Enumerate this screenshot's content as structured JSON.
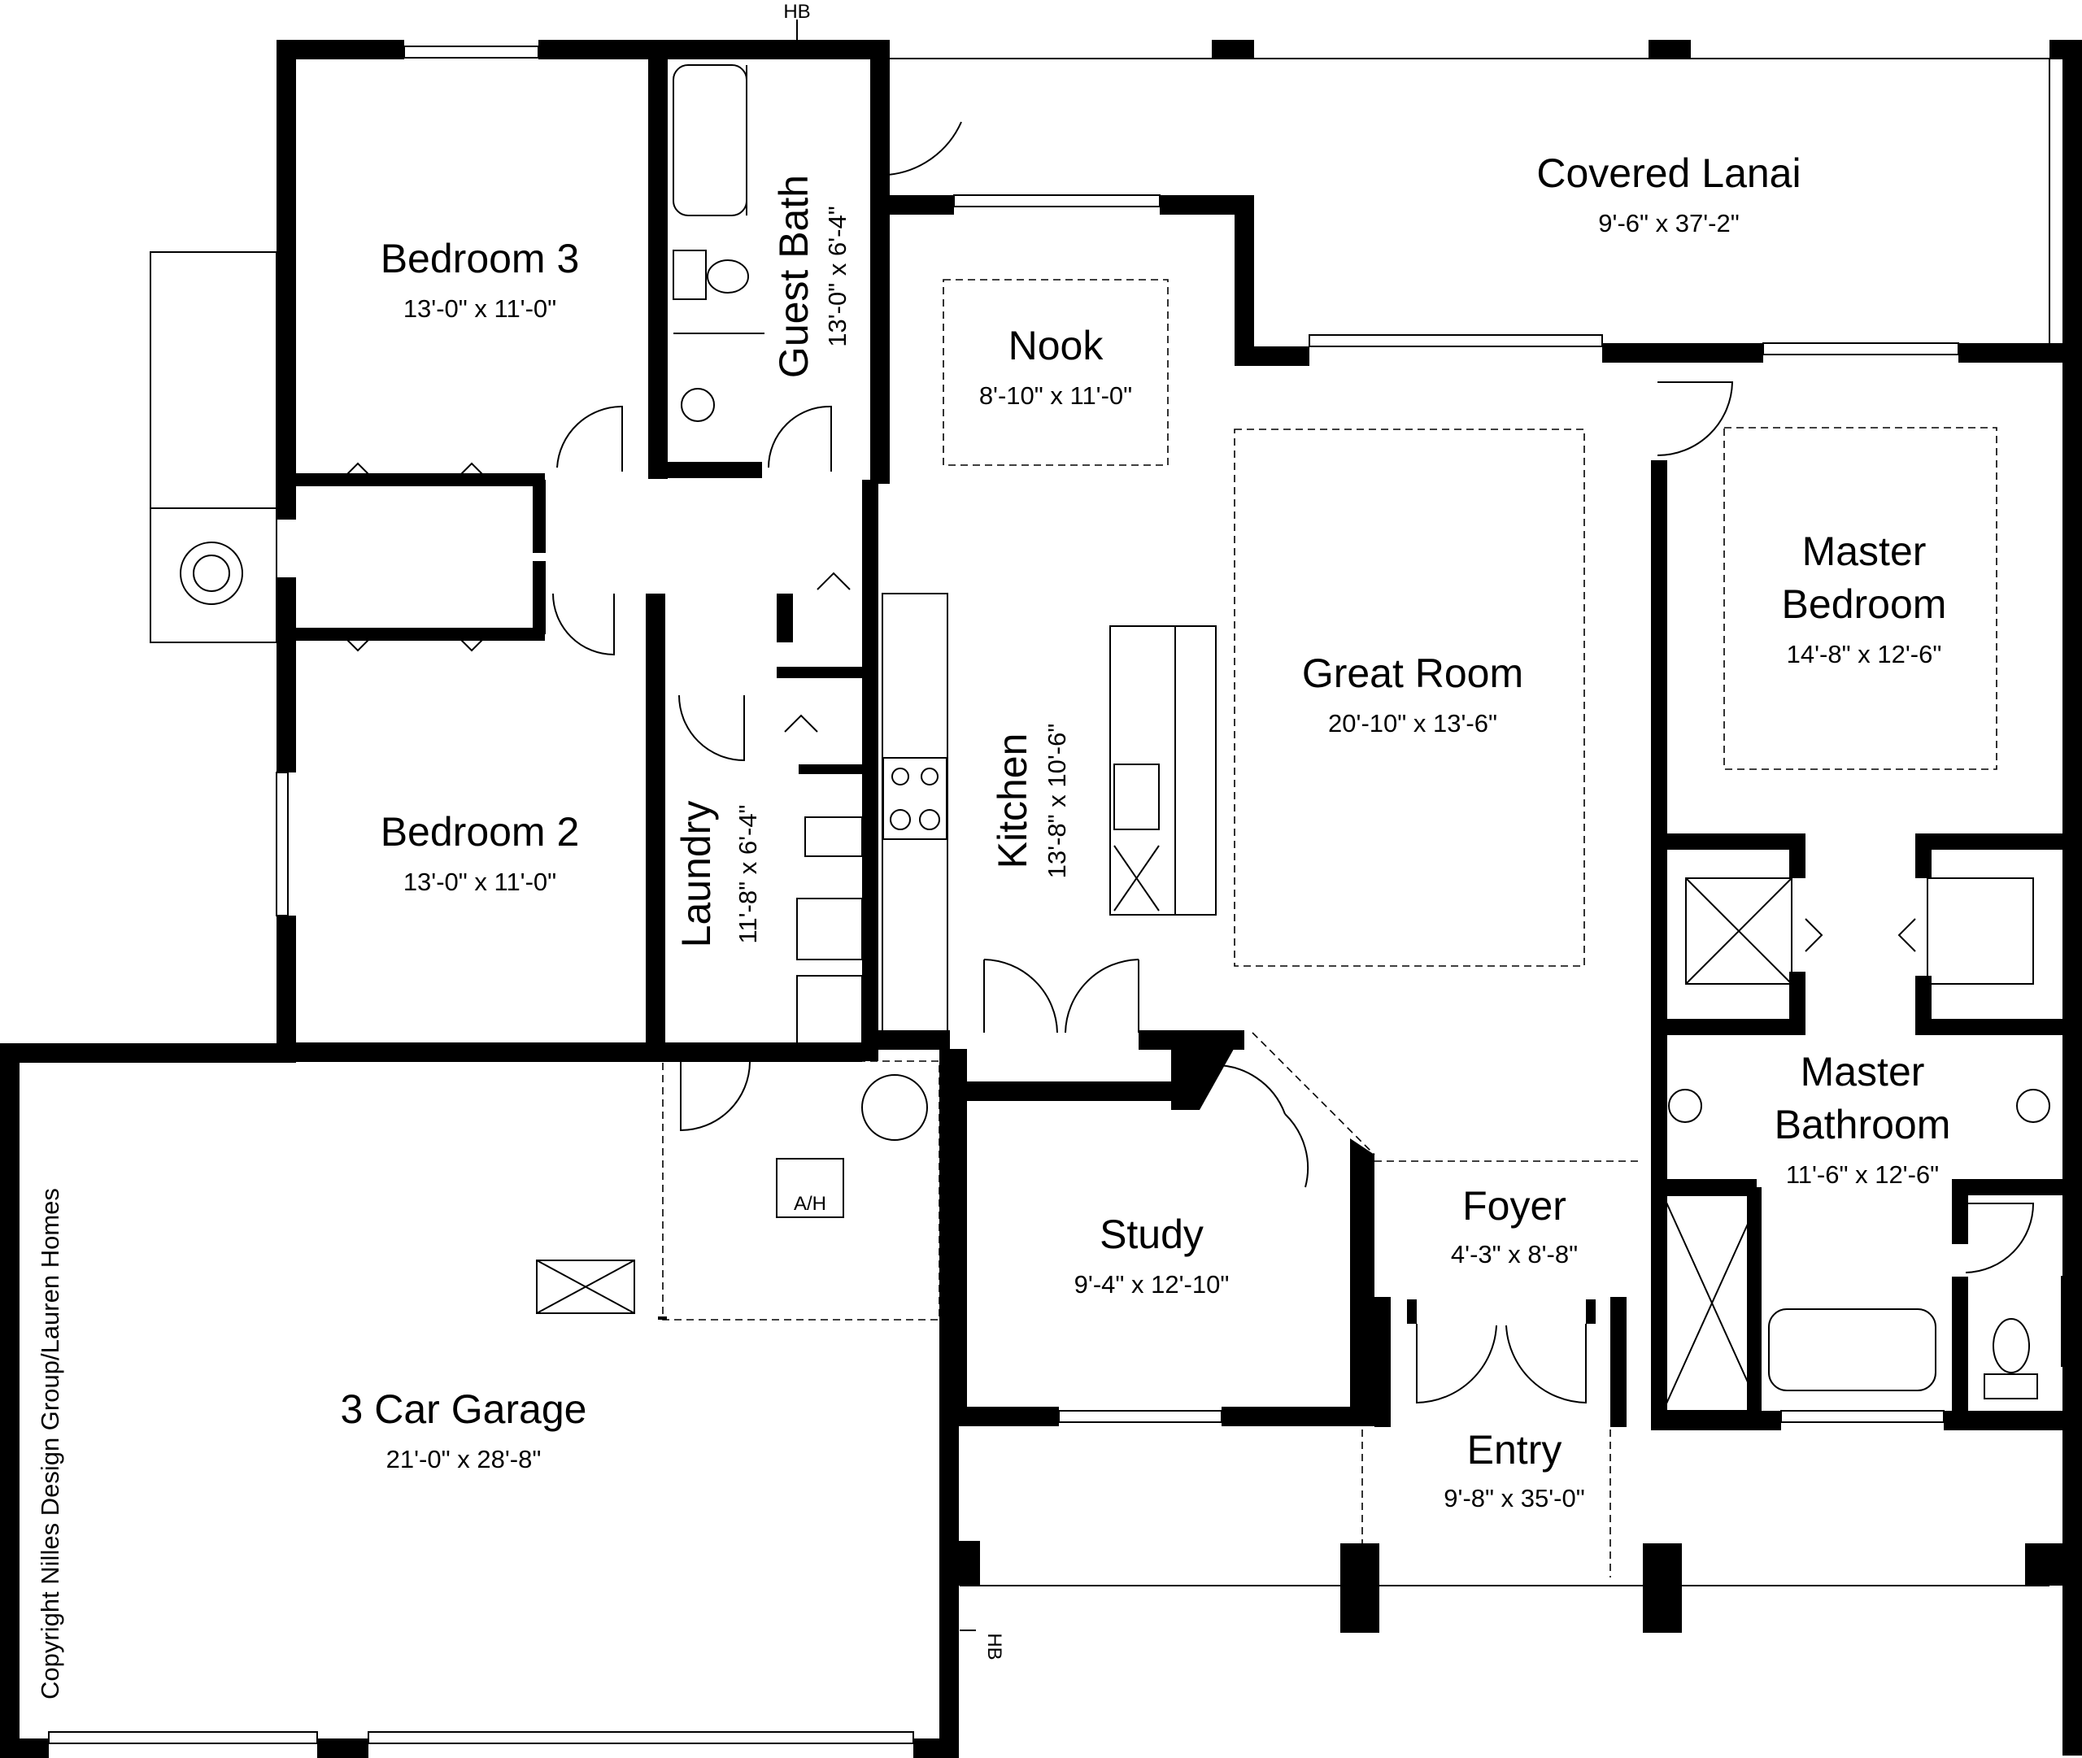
{
  "rooms": {
    "bedroom3": {
      "name": "Bedroom 3",
      "dim": "13'-0\" x 11'-0\""
    },
    "bedroom2": {
      "name": "Bedroom 2",
      "dim": "13'-0\" x 11'-0\""
    },
    "guest_bath": {
      "name": "Guest Bath",
      "dim": "13'-0\" x 6'-4\""
    },
    "laundry": {
      "name": "Laundry",
      "dim": "11'-8\" x 6'-4\""
    },
    "kitchen": {
      "name": "Kitchen",
      "dim": "13'-8\" x 10'-6\""
    },
    "nook": {
      "name": "Nook",
      "dim": "8'-10\" x 11'-0\""
    },
    "great_room": {
      "name": "Great Room",
      "dim": "20'-10\" x 13'-6\""
    },
    "covered_lanai": {
      "name": "Covered Lanai",
      "dim": "9'-6\" x 37'-2\""
    },
    "master_bedroom": {
      "name_line1": "Master",
      "name_line2": "Bedroom",
      "dim": "14'-8\" x 12'-6\""
    },
    "master_bathroom": {
      "name_line1": "Master",
      "name_line2": "Bathroom",
      "dim": "11'-6\" x 12'-6\""
    },
    "study": {
      "name": "Study",
      "dim": "9'-4\" x 12'-10\""
    },
    "foyer": {
      "name": "Foyer",
      "dim": "4'-3\" x 8'-8\""
    },
    "entry": {
      "name": "Entry",
      "dim": "9'-8\" x 35'-0\""
    },
    "garage": {
      "name": "3 Car Garage",
      "dim": "21'-0\" x 28'-8\""
    }
  },
  "labels": {
    "hose_bib_top": "HB",
    "hose_bib_bottom": "HB",
    "air_handler": "A/H"
  },
  "copyright": "Copyright Nilles Design Group/Lauren Homes"
}
